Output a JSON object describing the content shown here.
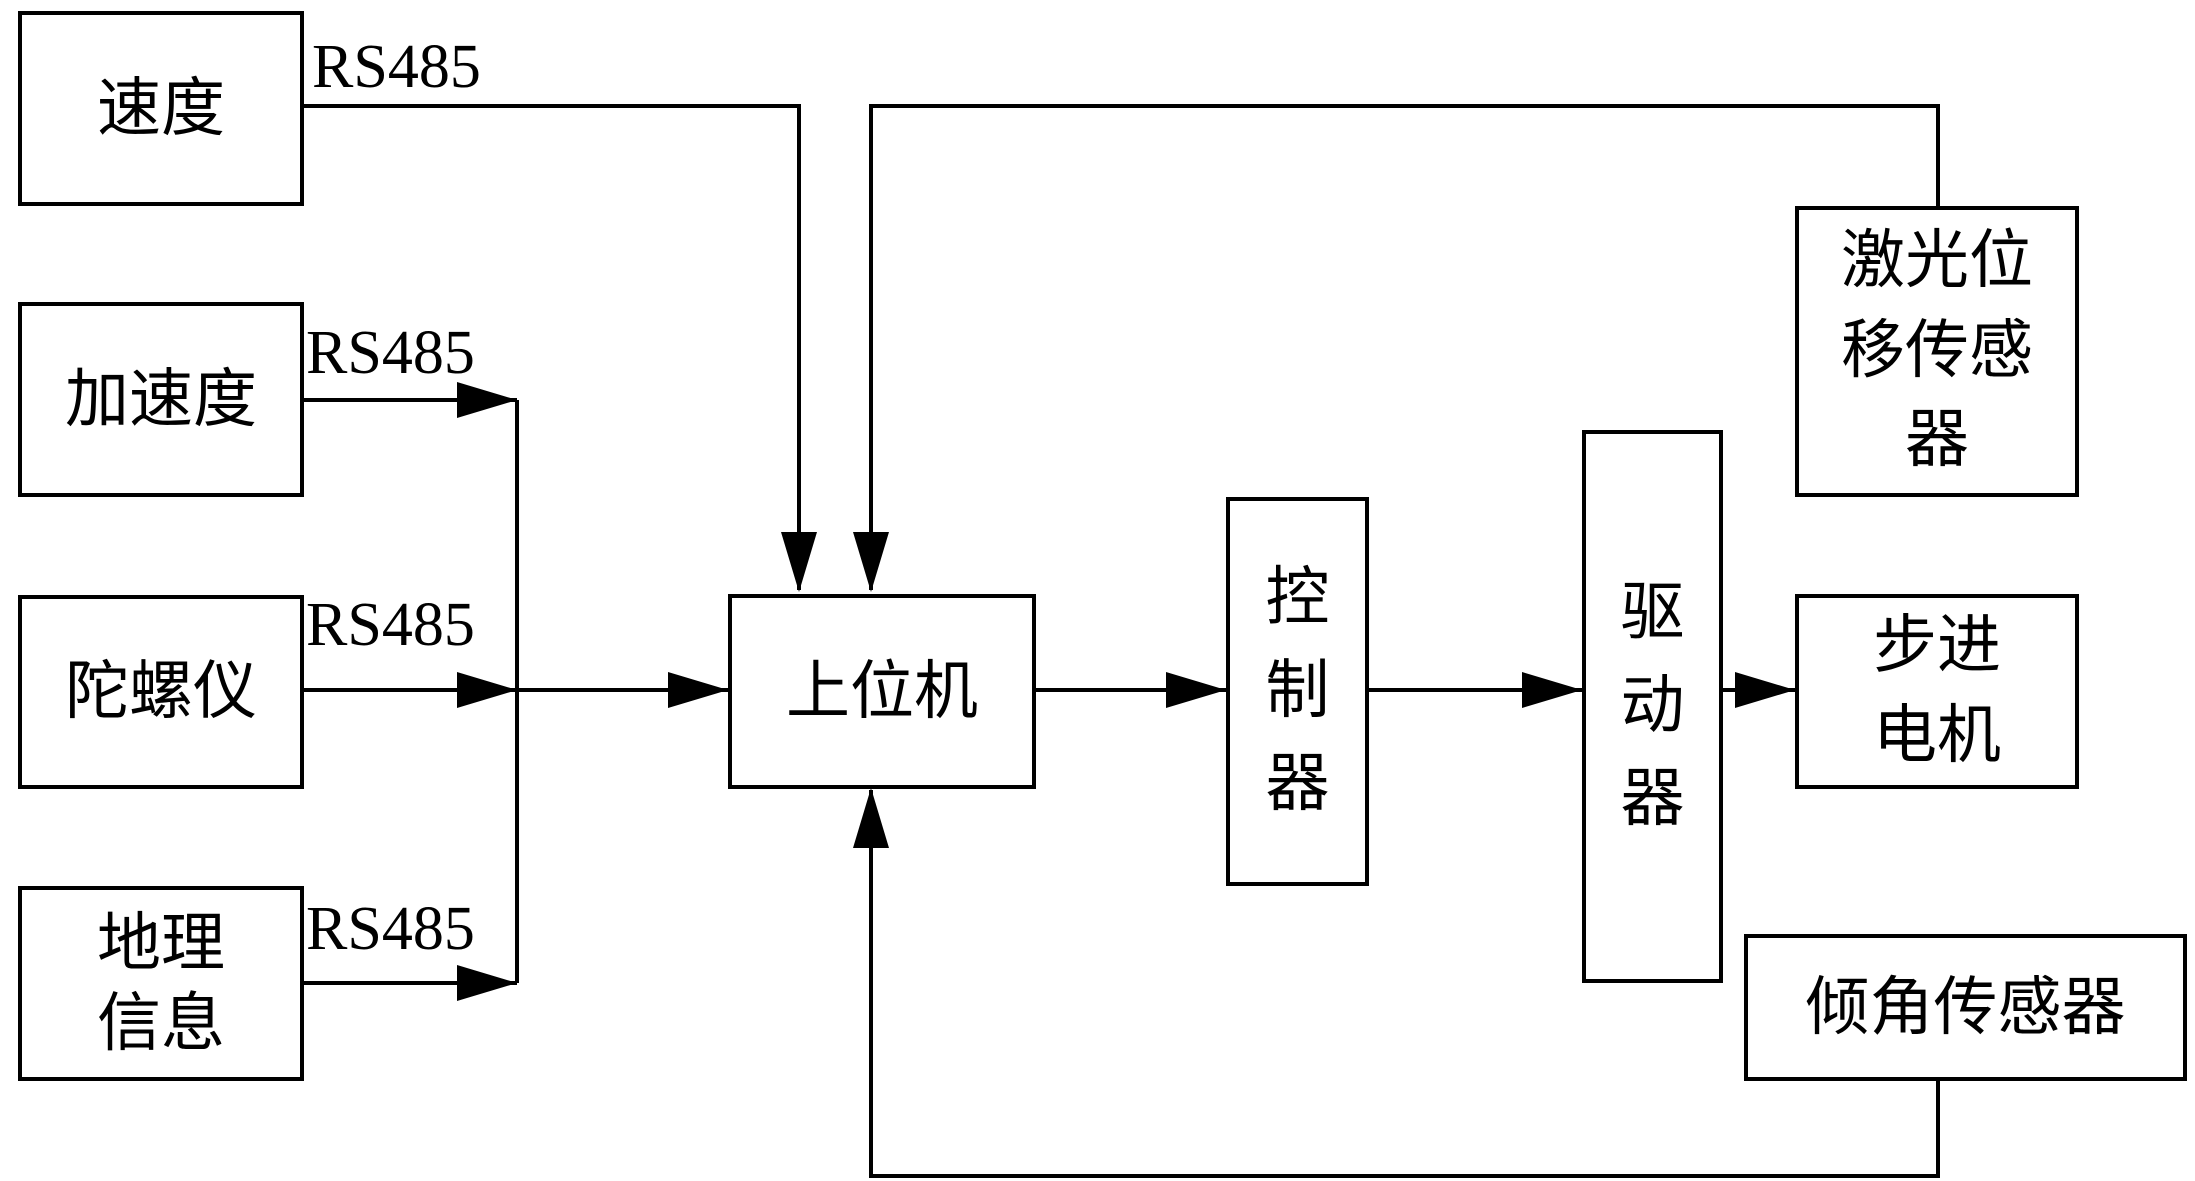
{
  "diagram": {
    "nodes": {
      "speed": "速度",
      "acceleration": "加速度",
      "gyroscope": "陀螺仪",
      "geo_info": "地理信息",
      "host_computer": "上位机",
      "controller": "控制器",
      "driver": "驱动器",
      "laser_sensor": "激光位移传感器",
      "stepper_motor": "步进电机",
      "tilt_sensor": "倾角传感器"
    },
    "edge_labels": {
      "speed": "RS485",
      "acceleration": "RS485",
      "gyroscope": "RS485",
      "geo_info": "RS485"
    },
    "edges": [
      {
        "from": "speed",
        "to": "host_computer",
        "label": "RS485"
      },
      {
        "from": "acceleration",
        "to": "host_computer",
        "label": "RS485"
      },
      {
        "from": "gyroscope",
        "to": "host_computer",
        "label": "RS485"
      },
      {
        "from": "geo_info",
        "to": "host_computer",
        "label": "RS485"
      },
      {
        "from": "laser_sensor",
        "to": "host_computer"
      },
      {
        "from": "tilt_sensor",
        "to": "host_computer"
      },
      {
        "from": "host_computer",
        "to": "controller"
      },
      {
        "from": "controller",
        "to": "driver"
      },
      {
        "from": "driver",
        "to": "stepper_motor"
      }
    ]
  }
}
